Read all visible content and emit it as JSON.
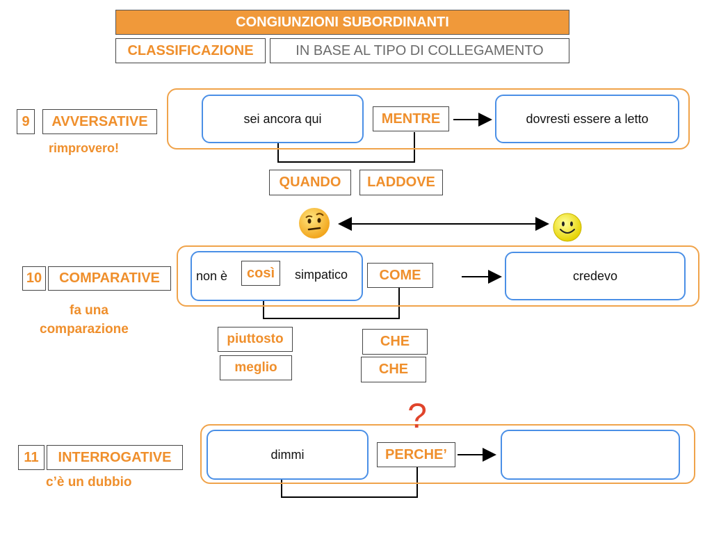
{
  "header": {
    "title": "CONGIUNZIONI SUBORDINANTI",
    "classification": "CLASSIFICAZIONE",
    "criterion": "IN BASE AL TIPO DI COLLEGAMENTO"
  },
  "avversative": {
    "number": "9",
    "name": "AVVERSATIVE",
    "note": "rimprovero!",
    "main_clause": "sei ancora qui",
    "conjunction": "MENTRE",
    "sub_clause": "dovresti essere a letto",
    "alternatives": [
      "QUANDO",
      "LADDOVE"
    ]
  },
  "comparative": {
    "number": "10",
    "name": "COMPARATIVE",
    "note_line1": "fa una",
    "note_line2": "comparazione",
    "clause_pre": "non è",
    "adverb": "così",
    "clause_post": "simpatico",
    "conjunction": "COME",
    "sub_clause": "credevo",
    "adverb_alternatives": [
      "piuttosto",
      "meglio"
    ],
    "conjunction_alternatives": [
      "CHE",
      "CHE"
    ]
  },
  "interrogative": {
    "number": "11",
    "name": "INTERROGATIVE",
    "note": "c’è un dubbio",
    "main_clause": "dimmi",
    "conjunction": "PERCHE’",
    "sub_clause": "",
    "question_mark": "?"
  },
  "colors": {
    "accent": "#f0993a",
    "panel_border": "#4a8fe6",
    "question_mark": "#e0442b"
  },
  "icons": [
    "thinking-face-icon",
    "smiley-face-icon",
    "double-arrow-icon"
  ]
}
